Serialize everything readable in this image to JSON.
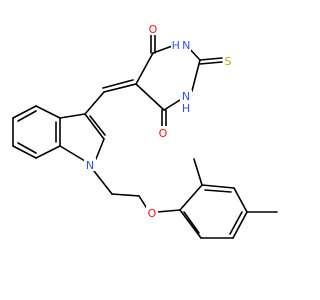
{
  "molecule": {
    "colors": {
      "bond": "#000000",
      "oxygen": "#ff0d0d",
      "nitrogen": "#3050f8",
      "sulfur": "#c8a200",
      "background": "#ffffff"
    },
    "labels": {
      "o_top": "O",
      "n_top": "H N",
      "s": "S",
      "n_mid": "N",
      "n_mid_h": "H",
      "o_mid": "O",
      "n_indole": "N",
      "o_ether": "O"
    }
  }
}
